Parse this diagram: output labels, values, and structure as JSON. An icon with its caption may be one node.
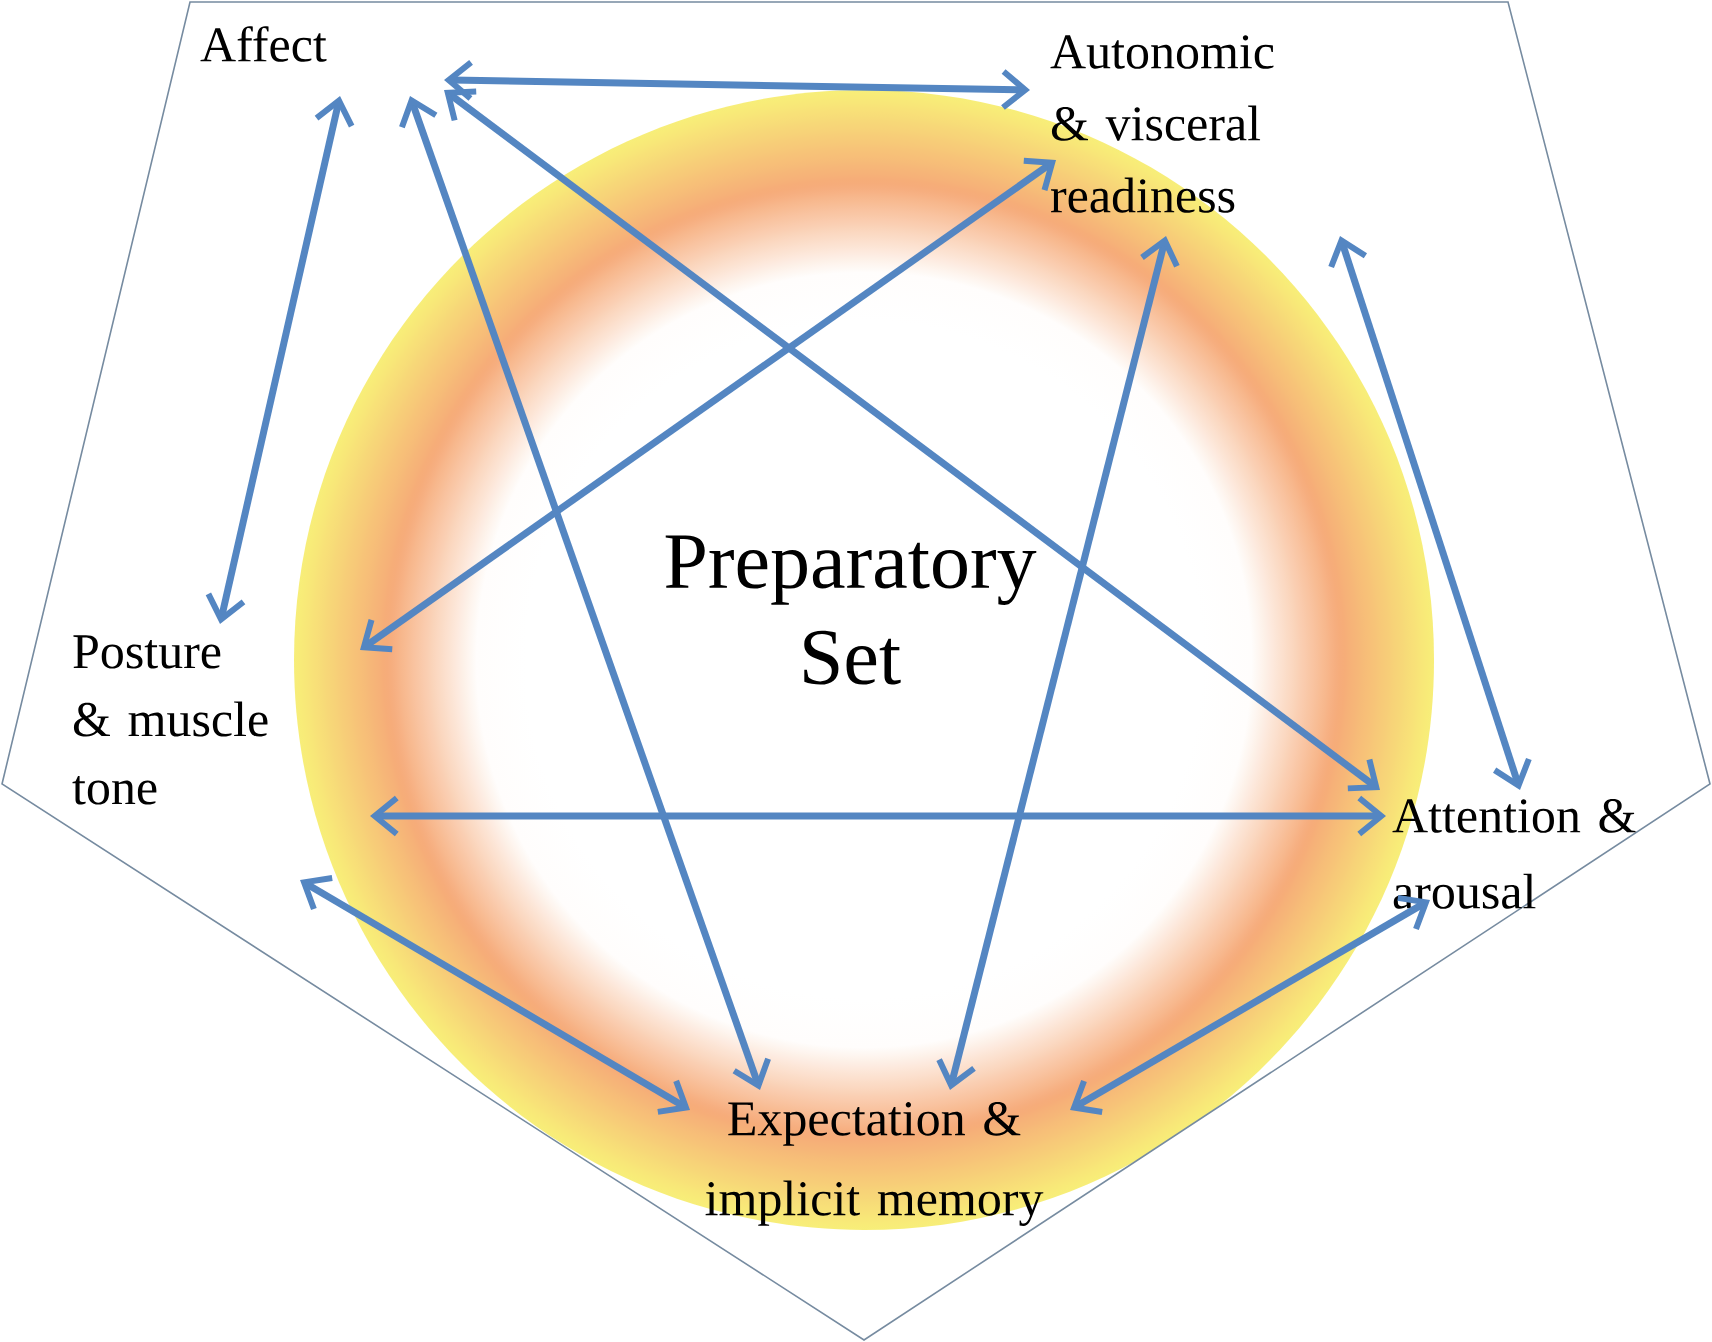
{
  "diagram": {
    "nodes": [
      {
        "text": [
          "Preparatory Set"
        ]
      },
      {
        "text": [
          "Affect"
        ],
        "in": 0
      },
      {
        "text": [
          "Autonomic & visceral readiness"
        ],
        "in": 0
      },
      {
        "text": [
          "Posture & muscle tone"
        ],
        "in": 0
      },
      {
        "text": [
          "Attention & arousal"
        ],
        "in": 0
      },
      {
        "text": [
          "Expectation & implicit memory"
        ],
        "in": 0
      }
    ],
    "edges": [
      {
        "from": 1,
        "to": 2,
        "arrow": "both"
      },
      {
        "from": 1,
        "to": 3,
        "arrow": "both"
      },
      {
        "from": 1,
        "to": 5,
        "arrow": "both"
      },
      {
        "from": 1,
        "to": 4,
        "arrow": "both"
      },
      {
        "from": 2,
        "to": 3,
        "arrow": "both"
      },
      {
        "from": 2,
        "to": 4,
        "arrow": "both"
      },
      {
        "from": 2,
        "to": 5,
        "arrow": "both"
      },
      {
        "from": 3,
        "to": 4,
        "arrow": "both"
      },
      {
        "from": 3,
        "to": 5,
        "arrow": "both"
      },
      {
        "from": 4,
        "to": 5,
        "arrow": "both"
      }
    ]
  }
}
